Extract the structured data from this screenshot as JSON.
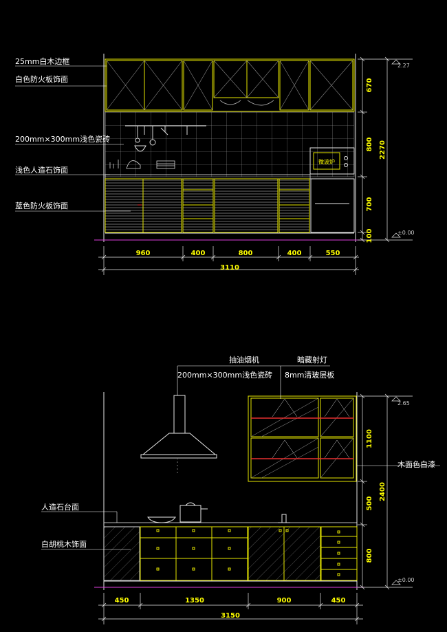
{
  "top": {
    "labels": {
      "frame": "25mm白木边框",
      "upper_cabinet": "白色防火板饰面",
      "tile": "200mm×300mm浅色瓷砖",
      "countertop": "浅色人造石饰面",
      "lower_cabinet": "蓝色防火板饰面",
      "microwave": "微波炉"
    },
    "width_dims": [
      "960",
      "400",
      "800",
      "400",
      "550"
    ],
    "total_width": "3110",
    "height_dims": [
      "670",
      "800",
      "700",
      "100"
    ],
    "total_height": "2270",
    "level_top": "2.27",
    "level_floor": "±0.00"
  },
  "bottom": {
    "labels": {
      "range_hood": "抽油烟机",
      "hidden_light": "暗藏射灯",
      "tile": "200mm×300mm浅色瓷砖",
      "glass_shelf": "8mm清玻层板",
      "wall_cabinet": "木面色白漆",
      "countertop": "人造石台面",
      "lower_cabinet": "白胡桃木饰面"
    },
    "width_dims": [
      "450",
      "1350",
      "900",
      "450"
    ],
    "total_width": "3150",
    "height_dims": [
      "1100",
      "500",
      "800"
    ],
    "total_height": "2400",
    "level_top": "2.65",
    "level_floor": "±0.00"
  }
}
